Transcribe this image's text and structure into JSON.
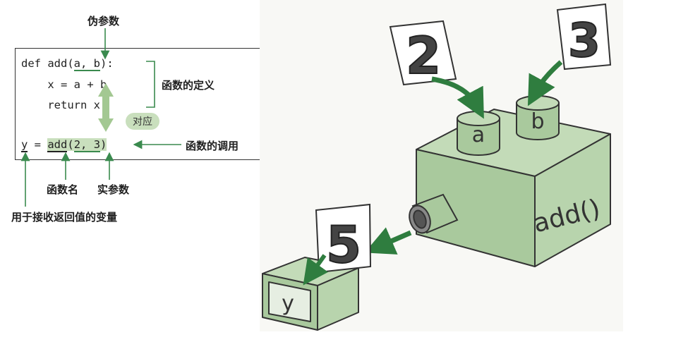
{
  "code": {
    "line1": {
      "prefix": "def add(",
      "a": "a",
      "sep": ", ",
      "b": "b",
      "suffix": "):"
    },
    "line2": {
      "pre": "    x = a ",
      "rest": "+ b"
    },
    "line3": "    return x",
    "line4": {
      "y": "y",
      "eq": " = ",
      "fn": "add",
      "args_open": "(",
      "arg1": "2",
      "args_sep": ", ",
      "arg2": "3",
      "args_close": ")"
    }
  },
  "annotations": {
    "dummy_params": "伪参数",
    "func_definition": "函数的定义",
    "correspondence": "对应",
    "func_call": "函数的调用",
    "func_name": "函数名",
    "actual_params": "实参数",
    "return_var": "用于接收返回值的变量"
  },
  "illustration": {
    "input_card_1": "2",
    "input_card_2": "3",
    "param_slot_1": "a",
    "param_slot_2": "b",
    "machine_label": "add()",
    "output_card": "5",
    "output_box_label": "y"
  },
  "colors": {
    "accent_green": "#3a8a4e",
    "light_green": "#c9dfbd",
    "box_green": "#b7d3ad",
    "box_green_dark": "#9cbf92",
    "box_green_side": "#a8c89e"
  }
}
